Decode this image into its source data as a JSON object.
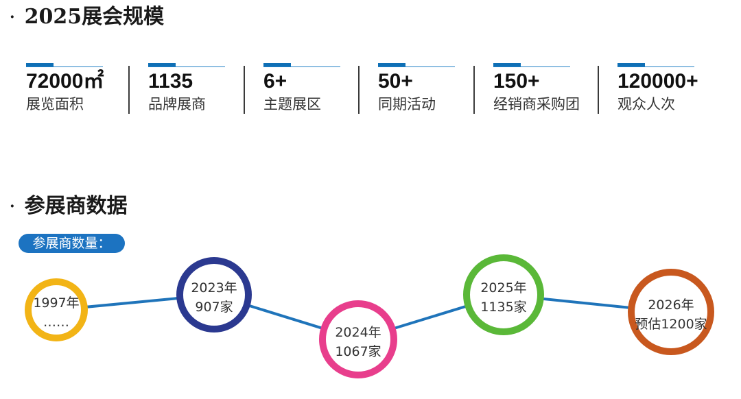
{
  "sections": {
    "scale_title": "2025展会规模",
    "exhibitor_title": "参展商数据",
    "bullet": "·"
  },
  "stats": [
    {
      "value": "72000㎡",
      "label": "展览面积"
    },
    {
      "value": "1135",
      "label": "品牌展商"
    },
    {
      "value": "6+",
      "label": "主题展区"
    },
    {
      "value": "50+",
      "label": "同期活动"
    },
    {
      "value": "150+",
      "label": "经销商采购团"
    },
    {
      "value": "120000+",
      "label": "观众人次"
    }
  ],
  "exhibitor_count_label": "参展商数量：",
  "timeline": [
    {
      "line1": "1997年",
      "line2": "……",
      "color": "#f2b416"
    },
    {
      "line1": "2023年",
      "line2": "907家",
      "color": "#2b3990"
    },
    {
      "line1": "2024年",
      "line2": "1067家",
      "color": "#e83e8c"
    },
    {
      "line1": "2025年",
      "line2": "1135家",
      "color": "#5ab838"
    },
    {
      "line1": "2026年",
      "line2": "预估1200家",
      "color": "#c8581e"
    }
  ],
  "colors": {
    "accent": "#0f6fb5",
    "connector": "#1f74ba"
  }
}
